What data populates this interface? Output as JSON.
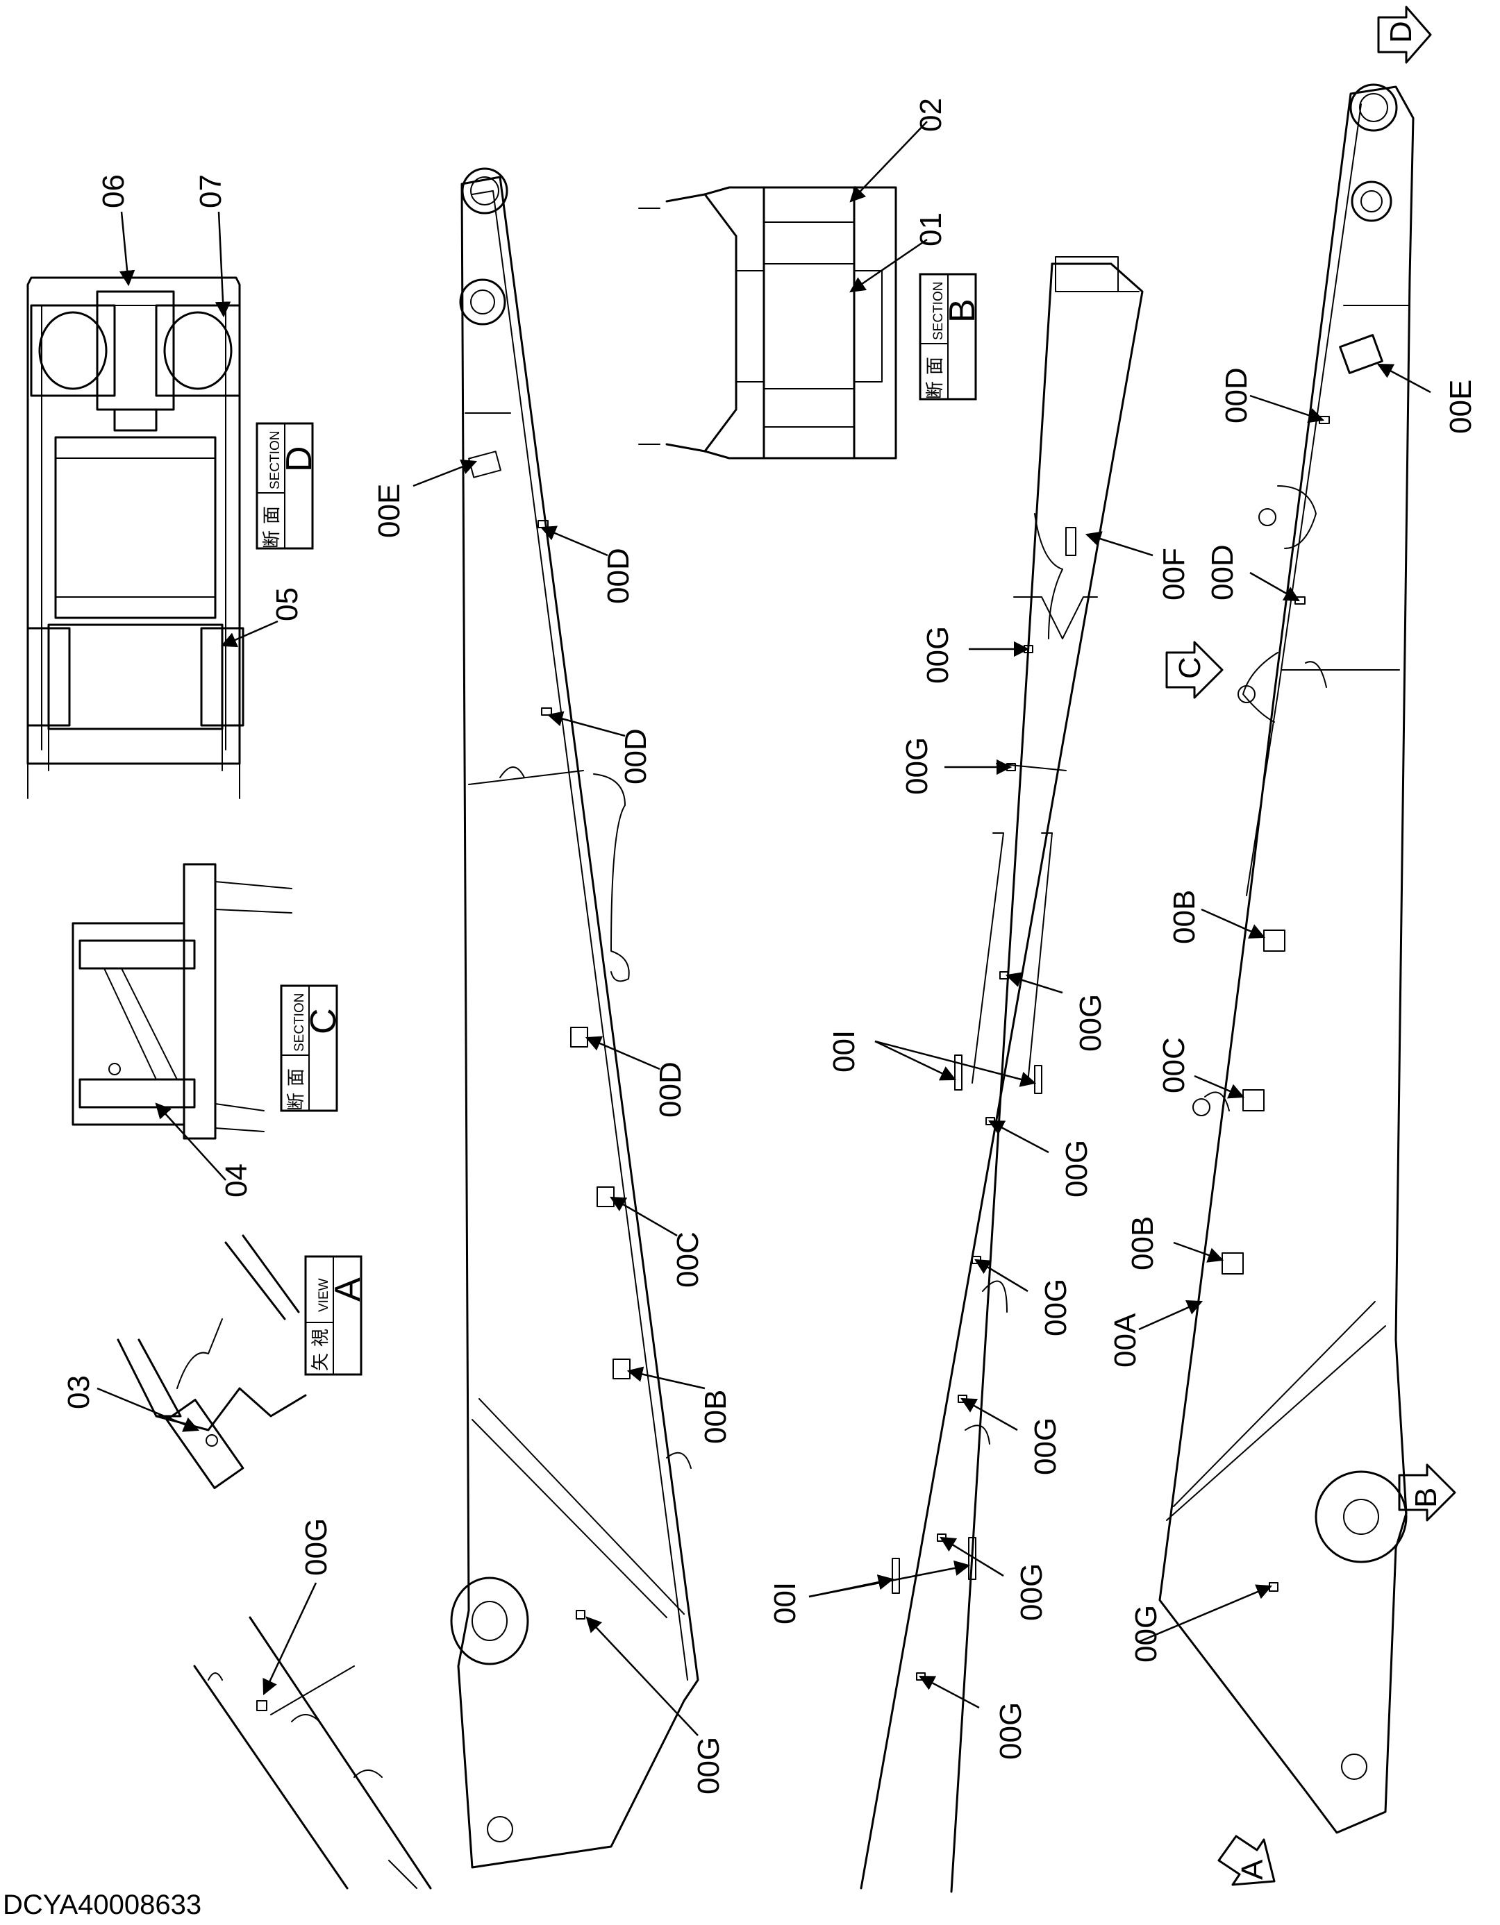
{
  "drawing_code": "DCYA40008633",
  "section_label_en": "SECTION",
  "section_label_jp": [
    "断",
    "面"
  ],
  "view_label_en": "VIEW",
  "view_label_jp": [
    "矢",
    "視"
  ],
  "views": {
    "A": "A",
    "B": "B",
    "C": "C",
    "D": "D"
  },
  "part_numbers": {
    "p01": "01",
    "p02": "02",
    "p03": "03",
    "p04": "04",
    "p05": "05",
    "p06": "06",
    "p07": "07",
    "p00A": "00A",
    "p00B": "00B",
    "p00C": "00C",
    "p00D": "00D",
    "p00E": "00E",
    "p00F": "00F",
    "p00G": "00G",
    "p00I": "00I"
  }
}
